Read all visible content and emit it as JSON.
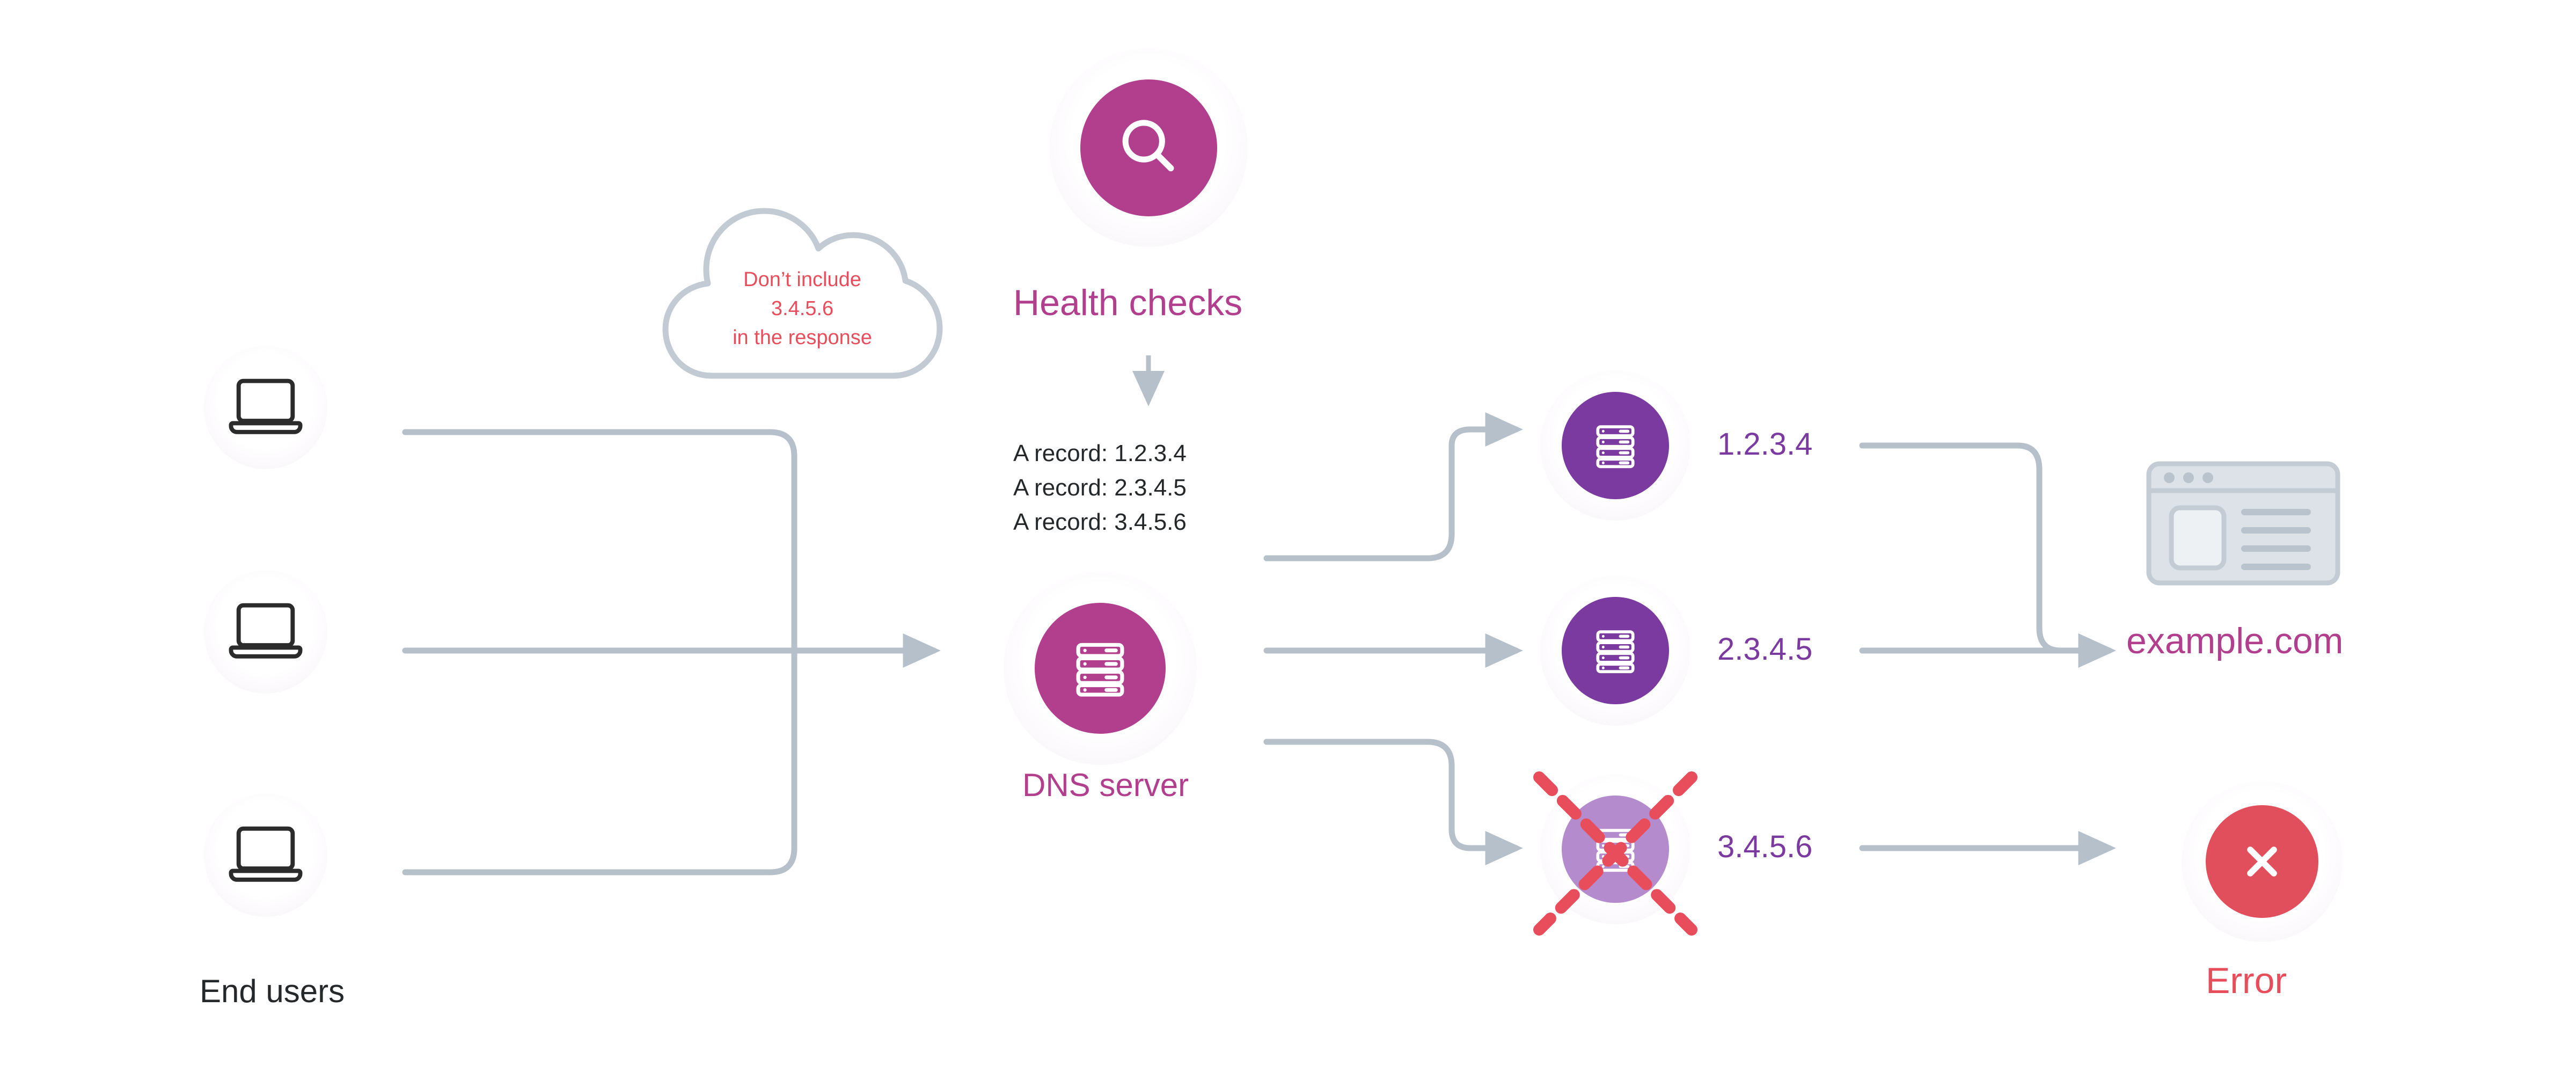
{
  "diagram": {
    "title": "DNS health-check failover diagram",
    "colors": {
      "magenta": "#B23E8E",
      "purple": "#7B3AA0",
      "purple_faded": "#B48BCC",
      "red": "#E84D5B",
      "connector_gray": "#B6C0CA",
      "browser_gray": "#C9D1DA",
      "text_dark": "#25282A"
    }
  },
  "end_users": {
    "label": "End users",
    "icon": "laptop-icon",
    "count": 3
  },
  "cloud": {
    "icon": "cloud-icon",
    "lines": [
      "Don’t include",
      "3.4.5.6",
      "in the response"
    ]
  },
  "health_checks": {
    "icon": "magnifier-icon",
    "label": "Health checks"
  },
  "dns_server": {
    "icon": "server-icon",
    "label": "DNS server"
  },
  "records": {
    "lines": [
      "A record: 1.2.3.4",
      "A record: 2.3.4.5",
      "A record: 3.4.5.6"
    ]
  },
  "backends": [
    {
      "ip": "1.2.3.4",
      "icon": "server-icon",
      "status": "healthy"
    },
    {
      "ip": "2.3.4.5",
      "icon": "server-icon",
      "status": "healthy"
    },
    {
      "ip": "3.4.5.6",
      "icon": "server-icon",
      "status": "failed"
    }
  ],
  "destinations": {
    "website": {
      "icon": "browser-window-icon",
      "label": "example.com"
    },
    "error": {
      "icon": "x-circle-icon",
      "label": "Error"
    }
  }
}
